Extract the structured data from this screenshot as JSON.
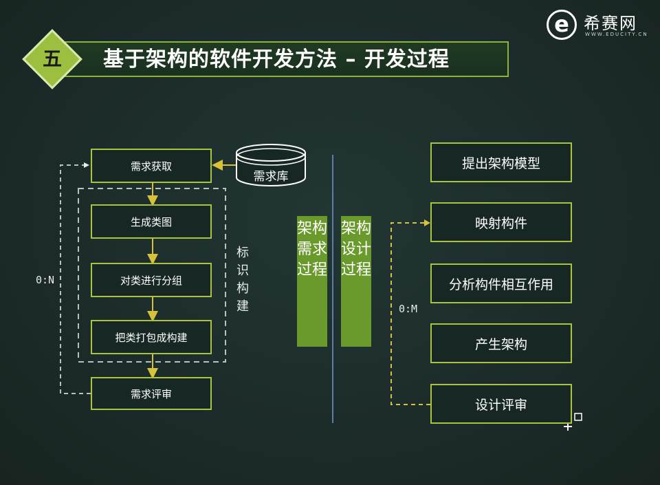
{
  "header": {
    "badge": "五",
    "title": "基于架构的软件开发方法 – 开发过程"
  },
  "logo": {
    "mark": "e",
    "name": "希赛网",
    "url": "WWW.EDUCITY.CN"
  },
  "left_flow": {
    "database": "需求库",
    "steps": [
      "需求获取",
      "生成类图",
      "对类进行分组",
      "把类打包成构建",
      "需求评审"
    ],
    "group_label": "标识构建",
    "loop_label": "0:N"
  },
  "center": {
    "requirements_process": "架构需求过程",
    "design_process": "架构设计过程"
  },
  "right_flow": {
    "steps": [
      "提出架构模型",
      "映射构件",
      "分析构件相互作用",
      "产生架构",
      "设计评审"
    ],
    "loop_label": "0:M"
  },
  "colors": {
    "background": "#1c2b2a",
    "accent": "#a9c43e",
    "arrow": "#d8c23a",
    "vertical_box": "#6a9a2b"
  }
}
